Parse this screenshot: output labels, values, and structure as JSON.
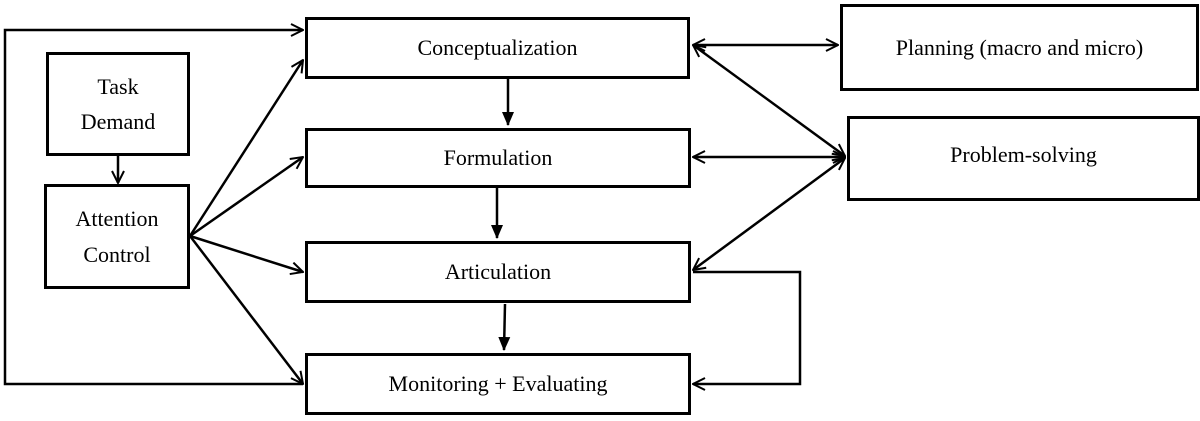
{
  "diagram": {
    "nodes": {
      "task_demand": [
        "Task",
        "Demand"
      ],
      "attention_control": [
        "Attention",
        "Control"
      ],
      "conceptualization": "Conceptualization",
      "formulation": "Formulation",
      "articulation": "Articulation",
      "monitoring": "Monitoring + Evaluating",
      "planning": "Planning (macro and micro)",
      "problem_solving": "Problem-solving"
    },
    "edges": [
      {
        "from": "Task Demand",
        "to": "Attention Control",
        "direction": "one-way"
      },
      {
        "from": "Attention Control",
        "to": "Conceptualization",
        "direction": "one-way"
      },
      {
        "from": "Attention Control",
        "to": "Formulation",
        "direction": "one-way"
      },
      {
        "from": "Attention Control",
        "to": "Articulation",
        "direction": "one-way"
      },
      {
        "from": "Attention Control",
        "to": "Monitoring + Evaluating",
        "direction": "one-way"
      },
      {
        "from": "Conceptualization",
        "to": "Formulation",
        "direction": "one-way"
      },
      {
        "from": "Formulation",
        "to": "Articulation",
        "direction": "one-way"
      },
      {
        "from": "Articulation",
        "to": "Monitoring + Evaluating",
        "direction": "one-way"
      },
      {
        "from": "Monitoring + Evaluating",
        "to": "Conceptualization",
        "direction": "one-way"
      },
      {
        "from": "Articulation",
        "to": "Monitoring + Evaluating",
        "direction": "one-way",
        "route": "right loop"
      },
      {
        "from": "Conceptualization",
        "to": "Planning (macro and micro)",
        "direction": "two-way"
      },
      {
        "from": "Conceptualization",
        "to": "Problem-solving",
        "direction": "two-way"
      },
      {
        "from": "Formulation",
        "to": "Problem-solving",
        "direction": "two-way"
      },
      {
        "from": "Articulation",
        "to": "Problem-solving",
        "direction": "two-way"
      }
    ],
    "colors": {
      "stroke": "#000000",
      "background": "#ffffff"
    }
  }
}
